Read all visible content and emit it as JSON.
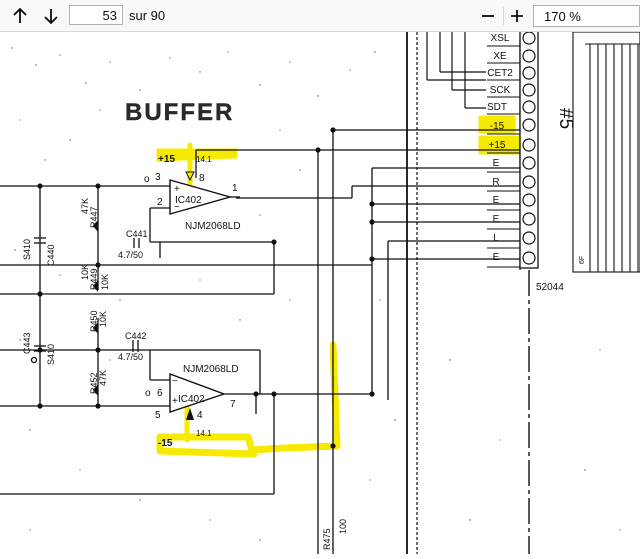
{
  "toolbar": {
    "page_number": "53",
    "page_total_label": "sur 90",
    "zoom_value": "170 %",
    "zoom_out_glyph": "−",
    "zoom_in_glyph": "+",
    "icons": [
      "up-arrow-icon",
      "down-arrow-icon",
      "minus-icon",
      "plus-icon"
    ]
  },
  "schematic": {
    "title": "BUFFER",
    "connector_name": "#5",
    "connector_part": "52044",
    "connector_pins": [
      "XSL",
      "XE",
      "CET2",
      "SCK",
      "SDT",
      "-15",
      "+15",
      "E",
      "R",
      "E",
      "E",
      "L",
      "E"
    ],
    "upper_opamp": {
      "ref": "IC402",
      "part": "NJM2068LD",
      "supply_label": "+15",
      "supply_note": "14.1",
      "pin_3": "3",
      "pin_2": "2",
      "pin_1": "1",
      "pin_8": "8",
      "plus_sign": "+",
      "minus_sign": "−",
      "cap_ref": "C441",
      "cap_value": "4.7/50",
      "pin_o": "o"
    },
    "lower_opamp": {
      "ref": "IC402",
      "part": "NJM2068LD",
      "supply_label": "-15",
      "supply_note": "14.1",
      "pin_5": "5",
      "pin_6": "6",
      "pin_7": "7",
      "pin_4": "4",
      "minus_sign": "−",
      "plus_sign": "+",
      "cap_ref": "C442",
      "cap_value": "4.7/50",
      "pin_o": "o"
    },
    "components": {
      "r447": "R447",
      "r447_val": "47K",
      "r449": "R449",
      "r449_val": "10K",
      "r449_val2": "10K",
      "r450": "R450",
      "r450_val": "10K",
      "r452": "R452",
      "r452_val": "47K",
      "c440": "C440",
      "c443": "C443",
      "s410_a": "S410",
      "s410_b": "S410",
      "r475": "R475",
      "r475_val": "100",
      "side_label": "6F"
    }
  },
  "colors": {
    "highlight": "#f5ea00",
    "ink": "#111111"
  }
}
